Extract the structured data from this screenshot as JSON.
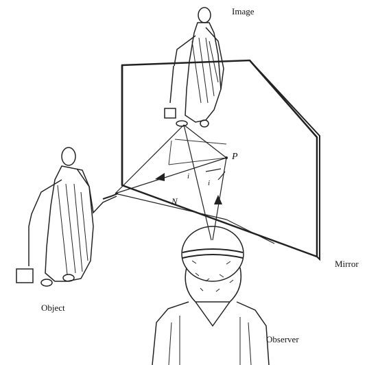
{
  "labels": {
    "image": "Image",
    "mirror": "Mirror",
    "object": "Object",
    "observer": "Observer",
    "point_p": "P",
    "point_n": "N",
    "angle_incidence": "i",
    "angle_reflection": "i"
  },
  "colors": {
    "ink": "#111111",
    "background": "#ffffff",
    "mirror_edge": "#222222"
  }
}
